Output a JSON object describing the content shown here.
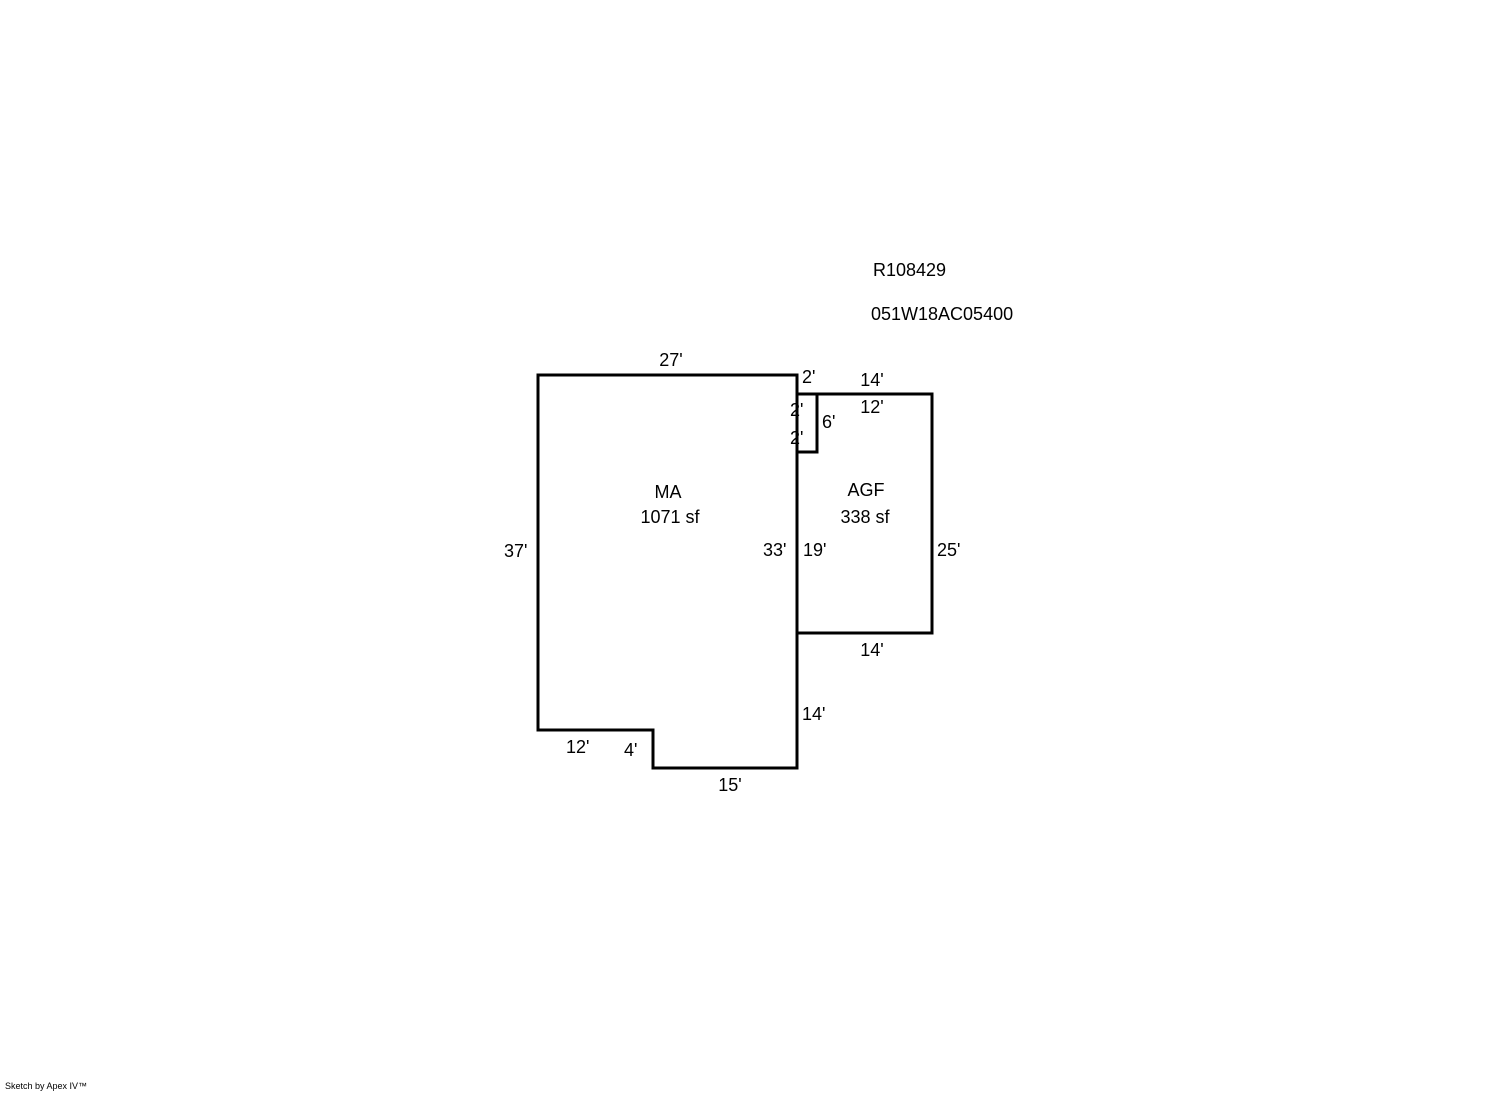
{
  "header": {
    "account_id": "R108429",
    "map_tax_lot": "051W18AC05400"
  },
  "areas": [
    {
      "code": "MA",
      "area": "1071 sf"
    },
    {
      "code": "AGF",
      "area": "338 sf"
    }
  ],
  "dimensions": {
    "ma_top": "27'",
    "ma_left": "37'",
    "ma_notch_top": "2'",
    "ma_notch_a": "2'",
    "ma_notch_b": "2'",
    "ma_right": "33'",
    "ma_right_lower": "14'",
    "ma_bottom": "15'",
    "ma_step_h": "4'",
    "ma_bottom_left": "12'",
    "agf_top_outer": "14'",
    "agf_top_inner": "12'",
    "agf_notch": "6'",
    "agf_left": "19'",
    "agf_right": "25'",
    "agf_bottom": "14'"
  },
  "footer": {
    "credit": "Sketch by Apex IV™"
  },
  "colors": {
    "line": "#000000",
    "background": "#ffffff"
  }
}
